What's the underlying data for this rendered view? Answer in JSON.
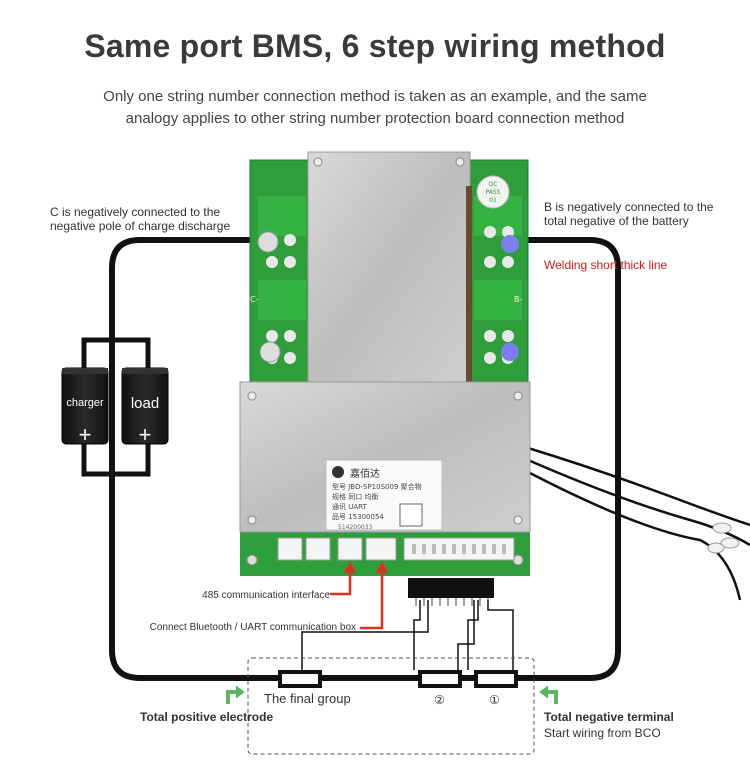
{
  "title": "Same port BMS, 6 step wiring method",
  "subtitle_line1": "Only one string number connection method is taken as an example, and the same",
  "subtitle_line2": "analogy applies to other string number protection board connection method",
  "label_c_line1": "C is negatively connected to the",
  "label_c_line2": "negative pole of charge discharge",
  "label_b_line1": "B is negatively connected to the",
  "label_b_line2": "total negative of the battery",
  "label_welding": "Welding short thick line",
  "label_charger": "charger",
  "label_load": "load",
  "plus_sign": "+",
  "label_485": "485 communication interface",
  "label_bluetooth": "Connect Bluetooth / UART communication box",
  "label_final_group": "The final group",
  "label_num2": "②",
  "label_num1": "①",
  "label_total_positive": "Total positive electrode",
  "label_total_negative": "Total negative terminal",
  "label_start_wiring": "Start wiring from BCO",
  "board": {
    "logo_text": "嘉佰达",
    "row1": "型号 JBD-SP10S009 聚合物",
    "row2": "规格          同口 均衡",
    "row3": "通讯  UART",
    "row4": "品号  15300054",
    "serial": "514200033",
    "qc_line1": "QC",
    "qc_line2": "PASS",
    "qc_line3": "01",
    "pad_c": "C-",
    "pad_b": "B-"
  },
  "colors": {
    "pcb_green": "#2e9e3a",
    "heatsink": "#c8c8c8",
    "wire": "#111111",
    "arrow_red": "#e0301e",
    "arrow_green": "#5cb85c"
  }
}
